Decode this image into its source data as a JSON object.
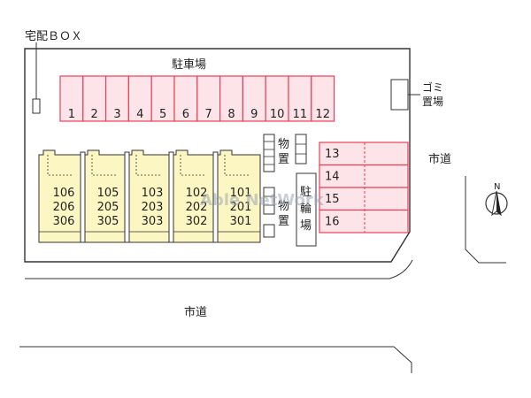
{
  "delivery_box": {
    "label": "宅配ＢＯＸ"
  },
  "parking": {
    "title": "駐車場",
    "top_spaces": [
      "1",
      "2",
      "3",
      "4",
      "5",
      "6",
      "7",
      "8",
      "9",
      "10",
      "11",
      "12"
    ],
    "side_spaces": [
      "13",
      "14",
      "15",
      "16"
    ],
    "color": "#e8405a",
    "fill": "#fde4e8"
  },
  "garbage": {
    "label_line1": "ゴミ",
    "label_line2": "置場"
  },
  "storage": {
    "upper_label": [
      "物",
      "置"
    ],
    "lower_label": [
      "物",
      "置"
    ]
  },
  "bike_parking": {
    "label": [
      "駐",
      "輪",
      "場"
    ]
  },
  "building": {
    "fill": "#fbf6c2",
    "units": [
      {
        "floor1": "106",
        "floor2": "206",
        "floor3": "306"
      },
      {
        "floor1": "105",
        "floor2": "205",
        "floor3": "305"
      },
      {
        "floor1": "103",
        "floor2": "203",
        "floor3": "303"
      },
      {
        "floor1": "102",
        "floor2": "202",
        "floor3": "302"
      },
      {
        "floor1": "101",
        "floor2": "201",
        "floor3": "301"
      }
    ]
  },
  "roads": {
    "right": "市道",
    "bottom": "市道"
  },
  "north": {
    "label": "N",
    "icon": "north-arrow-icon"
  },
  "watermark": "Able NetWork"
}
